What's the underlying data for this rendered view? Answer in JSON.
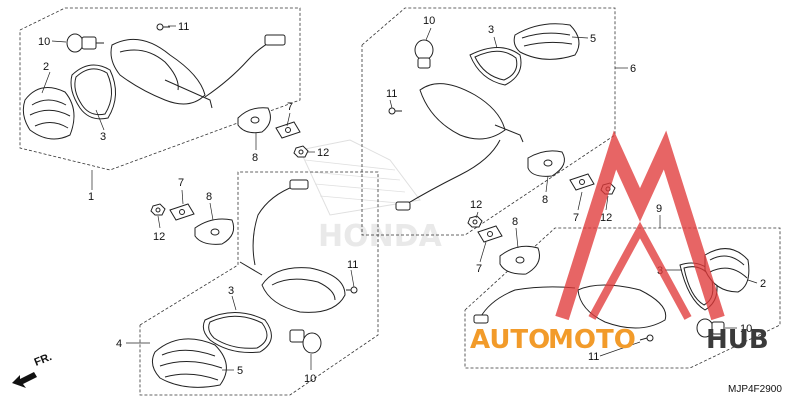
{
  "diagram": {
    "code": "MJP4F2900",
    "front_marker": "FR.",
    "watermark": {
      "brand_part1": "AUTO",
      "brand_part2": "MOTO",
      "brand_part3": "HUB",
      "colors": {
        "red": "#e03a3a",
        "orange": "#f29b2a",
        "dark": "#3a3a3a"
      }
    },
    "background_logo": "HONDA",
    "callouts": {
      "top_left": [
        "10",
        "11",
        "2",
        "3",
        "1",
        "7",
        "8",
        "12"
      ],
      "top_right": [
        "10",
        "3",
        "5",
        "6",
        "11",
        "8",
        "7",
        "12"
      ],
      "bottom_left": [
        "7",
        "8",
        "12",
        "11",
        "3",
        "4",
        "5",
        "10"
      ],
      "bottom_right": [
        "8",
        "12",
        "7",
        "9",
        "3",
        "2",
        "10",
        "11"
      ]
    }
  }
}
